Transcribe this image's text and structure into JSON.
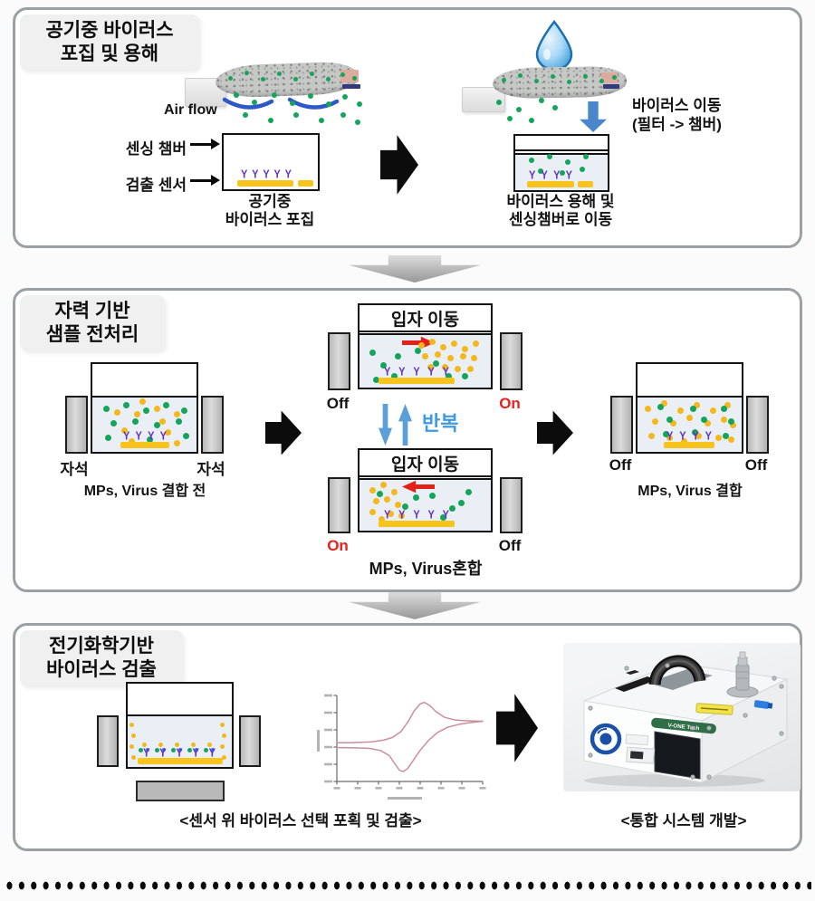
{
  "panel_capture": {
    "title": "공기중 바이러스\n포집 및 용해",
    "air_flow_label": "Air flow",
    "sensing_chamber_label": "센싱 챔버",
    "detect_sensor_label": "검출 센서",
    "capture_caption": "공기중\n바이러스 포집",
    "transfer_label": "바이러스 이동\n(필터 -> 챔버)",
    "lysis_caption": "바이러스 용해 및\n센싱챔버로 이동"
  },
  "panel_pretreat": {
    "title": "자력 기반\n샘플 전처리",
    "magnet_left_label": "자석",
    "magnet_right_label": "자석",
    "before_caption": "MPs, Virus 결합 전",
    "particle_move_top": "입자 이동",
    "particle_move_bottom": "입자 이동",
    "top_left_state": "Off",
    "top_right_state": "On",
    "repeat_label": "반복",
    "bottom_left_state": "On",
    "bottom_right_state": "Off",
    "mix_caption": "MPs, Virus혼합",
    "result_left_state": "Off",
    "result_right_state": "Off",
    "result_caption": "MPs, Virus 결합"
  },
  "panel_detect": {
    "title": "전기화학기반\n바이러스 검출",
    "sensor_caption": "<센서 위 바이러스 선택 포획 및 검출>",
    "system_caption": "<통합 시스템 개발>",
    "device_brand": "V-ONE Tech"
  },
  "colors": {
    "virus_green": "#14a45c",
    "mp_yellow": "#f5b81c",
    "antibody_purple": "#6233c4",
    "magnet_gray": "#c9c9c9",
    "on_red": "#e8211d",
    "repeat_blue": "#3f9be0",
    "sensor_yellow": "#f6c41d"
  },
  "chart_data": {
    "type": "line",
    "description": "cyclic voltammogram (current vs potential), single pink CV loop with oxidation peak and reduction dip",
    "title": "",
    "xlabel": "",
    "ylabel": "",
    "tick_labels": "illegible in source image",
    "xlim": [
      0,
      1
    ],
    "ylim": [
      0,
      1
    ],
    "color": "#c98f9e",
    "series": [
      {
        "name": "forward sweep",
        "x": [
          0,
          0.08,
          0.16,
          0.24,
          0.32,
          0.38,
          0.44,
          0.49,
          0.53,
          0.57,
          0.6,
          0.64,
          0.68,
          0.74,
          0.81,
          0.89,
          1.0
        ],
        "y": [
          0.45,
          0.45,
          0.455,
          0.46,
          0.48,
          0.51,
          0.58,
          0.7,
          0.82,
          0.9,
          0.92,
          0.88,
          0.81,
          0.745,
          0.715,
          0.705,
          0.7
        ]
      },
      {
        "name": "reverse sweep",
        "x": [
          1.0,
          0.92,
          0.84,
          0.76,
          0.69,
          0.63,
          0.57,
          0.52,
          0.485,
          0.455,
          0.43,
          0.4,
          0.36,
          0.3,
          0.22,
          0.12,
          0
        ],
        "y": [
          0.7,
          0.685,
          0.665,
          0.63,
          0.57,
          0.48,
          0.36,
          0.235,
          0.15,
          0.115,
          0.13,
          0.2,
          0.3,
          0.36,
          0.385,
          0.39,
          0.395
        ]
      }
    ]
  }
}
